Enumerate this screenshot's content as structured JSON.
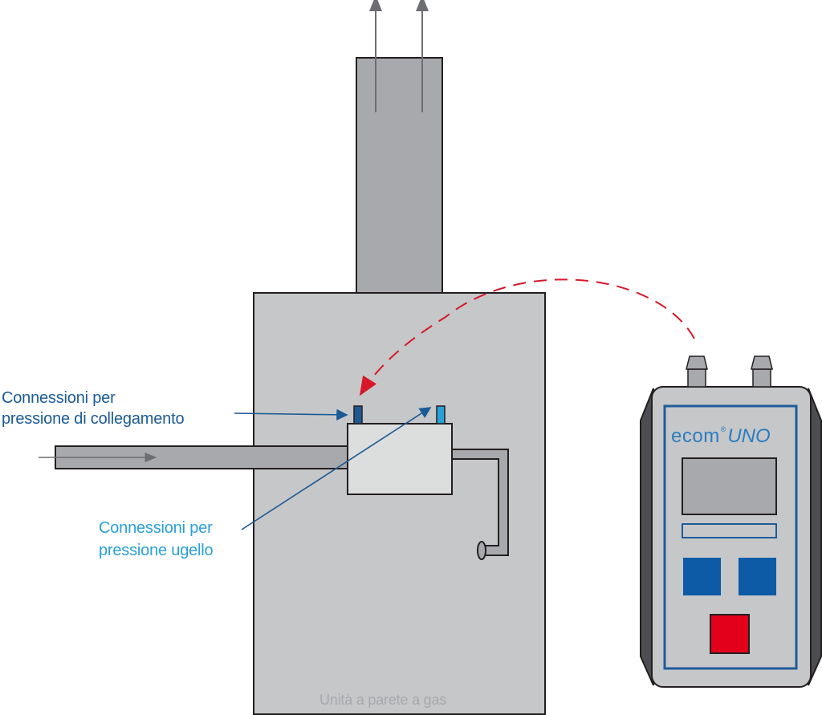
{
  "labels": {
    "connection_line_1": "Connessioni per",
    "connection_line_2": "pressione di collegamento",
    "nozzle_line_1": "Connessioni per",
    "nozzle_line_2": "pressione ugello",
    "unit_name": "Unità a parete a gas"
  },
  "device": {
    "brand_main": "ecom",
    "brand_mark": "®",
    "brand_model": "UNO"
  },
  "colors": {
    "unit_body": "#c6c7c9",
    "duct": "#a8a9ac",
    "valve_block": "#dcdddd",
    "label_dark_blue": "#1c5a96",
    "label_light_blue": "#2aa0d8",
    "device_outline": "#1f5c9a",
    "device_button_blue": "#0d5aa7",
    "device_button_red": "#e2001a",
    "link_dashed_red": "#d7182a"
  }
}
